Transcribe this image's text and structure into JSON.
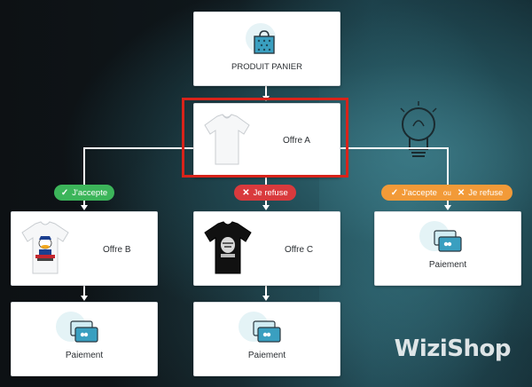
{
  "diagram": {
    "nodes": {
      "produit_panier": {
        "label": "PRODUIT PANIER",
        "icon": "shopping-bag-icon"
      },
      "offre_a": {
        "label": "Offre A",
        "icon": "white-tshirt-image"
      },
      "offre_b": {
        "label": "Offre B",
        "icon": "donald-tshirt-image"
      },
      "offre_c": {
        "label": "Offre C",
        "icon": "black-tshirt-image"
      },
      "paiement_right": {
        "label": "Paiement",
        "icon": "credit-card-icon"
      },
      "paiement_left": {
        "label": "Paiement",
        "icon": "credit-card-icon"
      },
      "paiement_mid": {
        "label": "Paiement",
        "icon": "credit-card-icon"
      }
    },
    "badges": {
      "accept": {
        "text": "J'accepte",
        "color": "#3cb55a"
      },
      "refuse": {
        "text": "Je refuse",
        "color": "#d93a3d"
      },
      "either": {
        "accept_text": "J'accepte",
        "or_text": "ou",
        "refuse_text": "Je refuse",
        "color": "#f29a38"
      }
    },
    "highlight_color": "#d8231a"
  },
  "brand": {
    "logo": "WiziShop"
  }
}
